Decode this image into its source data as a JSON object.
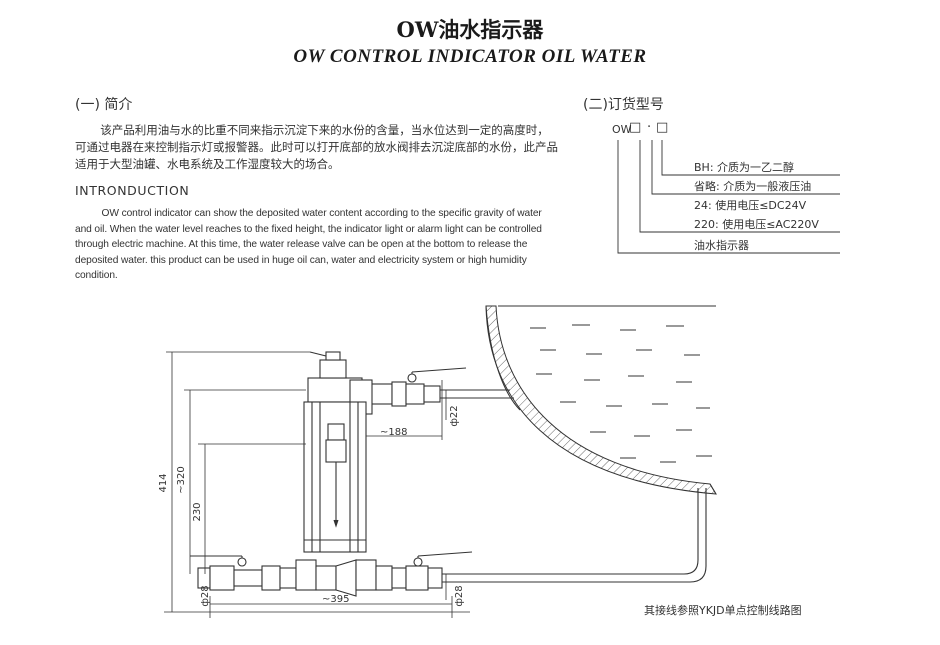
{
  "header": {
    "title_cn": "OW油水指示器",
    "title_en": "OW CONTROL INDICATOR OIL WATER"
  },
  "intro": {
    "heading": "(一) 简介",
    "text": "该产品利用油与水的比重不同来指示沉淀下来的水份的含量，当水位达到一定的高度时，可通过电器在来控制指示灯或报警器。此时可以打开底部的放水阀排去沉淀底部的水份，此产品适用于大型油罐、水电系统及工作湿度较大的场合。",
    "en_heading": "INTRONDUCTION",
    "en_text": "OW control indicator can show the deposited water content according to the specific gravity of water and oil. When the water level reaches to the fixed height, the indicator light or alarm light can be controlled through electric machine.  At this time, the water release valve can be open at the bottom to release the deposited water. this product can be used in huge oil can, water and electricity system or high humidity condition."
  },
  "order": {
    "heading": "(二)订货型号",
    "code_prefix": "OW",
    "code_box": "□",
    "code_sep": "·",
    "options": [
      "BH: 介质为一乙二醇",
      "省略: 介质为一般液压油",
      "24: 使用电压≤DC24V",
      "220: 使用电压≤AC220V",
      "油水指示器"
    ]
  },
  "drawing": {
    "dim_total_height": "414",
    "dim_height_320": "~320",
    "dim_height_230": "230",
    "dim_width_188": "~188",
    "dim_width_395": "~395",
    "dim_dia_22": "ф22",
    "dim_dia_28_left": "ф28",
    "dim_dia_28_right": "ф28"
  },
  "footnote": "其接线参照YKJD单点控制线路图"
}
